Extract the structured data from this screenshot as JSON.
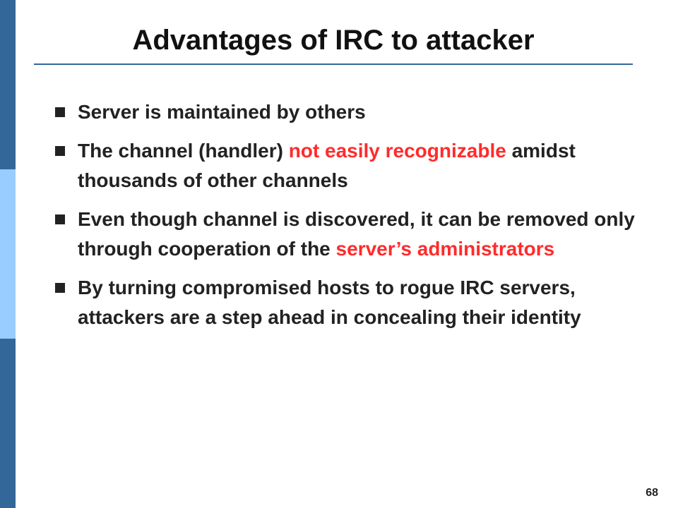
{
  "slide": {
    "title": "Advantages of IRC to attacker",
    "page_number": "68",
    "colors": {
      "accent": "#336699",
      "accent_light": "#99ccff",
      "highlight": "#ff2b2b",
      "text": "#222222"
    },
    "bullets": [
      {
        "pre": "Server is maintained by others",
        "highlight": "",
        "post": ""
      },
      {
        "pre": "The channel (handler) ",
        "highlight": "not easily recognizable",
        "post": " amidst thousands of other channels"
      },
      {
        "pre": "Even though channel is discovered, it can be removed only through cooperation of the ",
        "highlight": "server’s administrators",
        "post": ""
      },
      {
        "pre": "By turning compromised hosts to rogue IRC servers, attackers are a step ahead in concealing their identity",
        "highlight": "",
        "post": ""
      }
    ]
  }
}
